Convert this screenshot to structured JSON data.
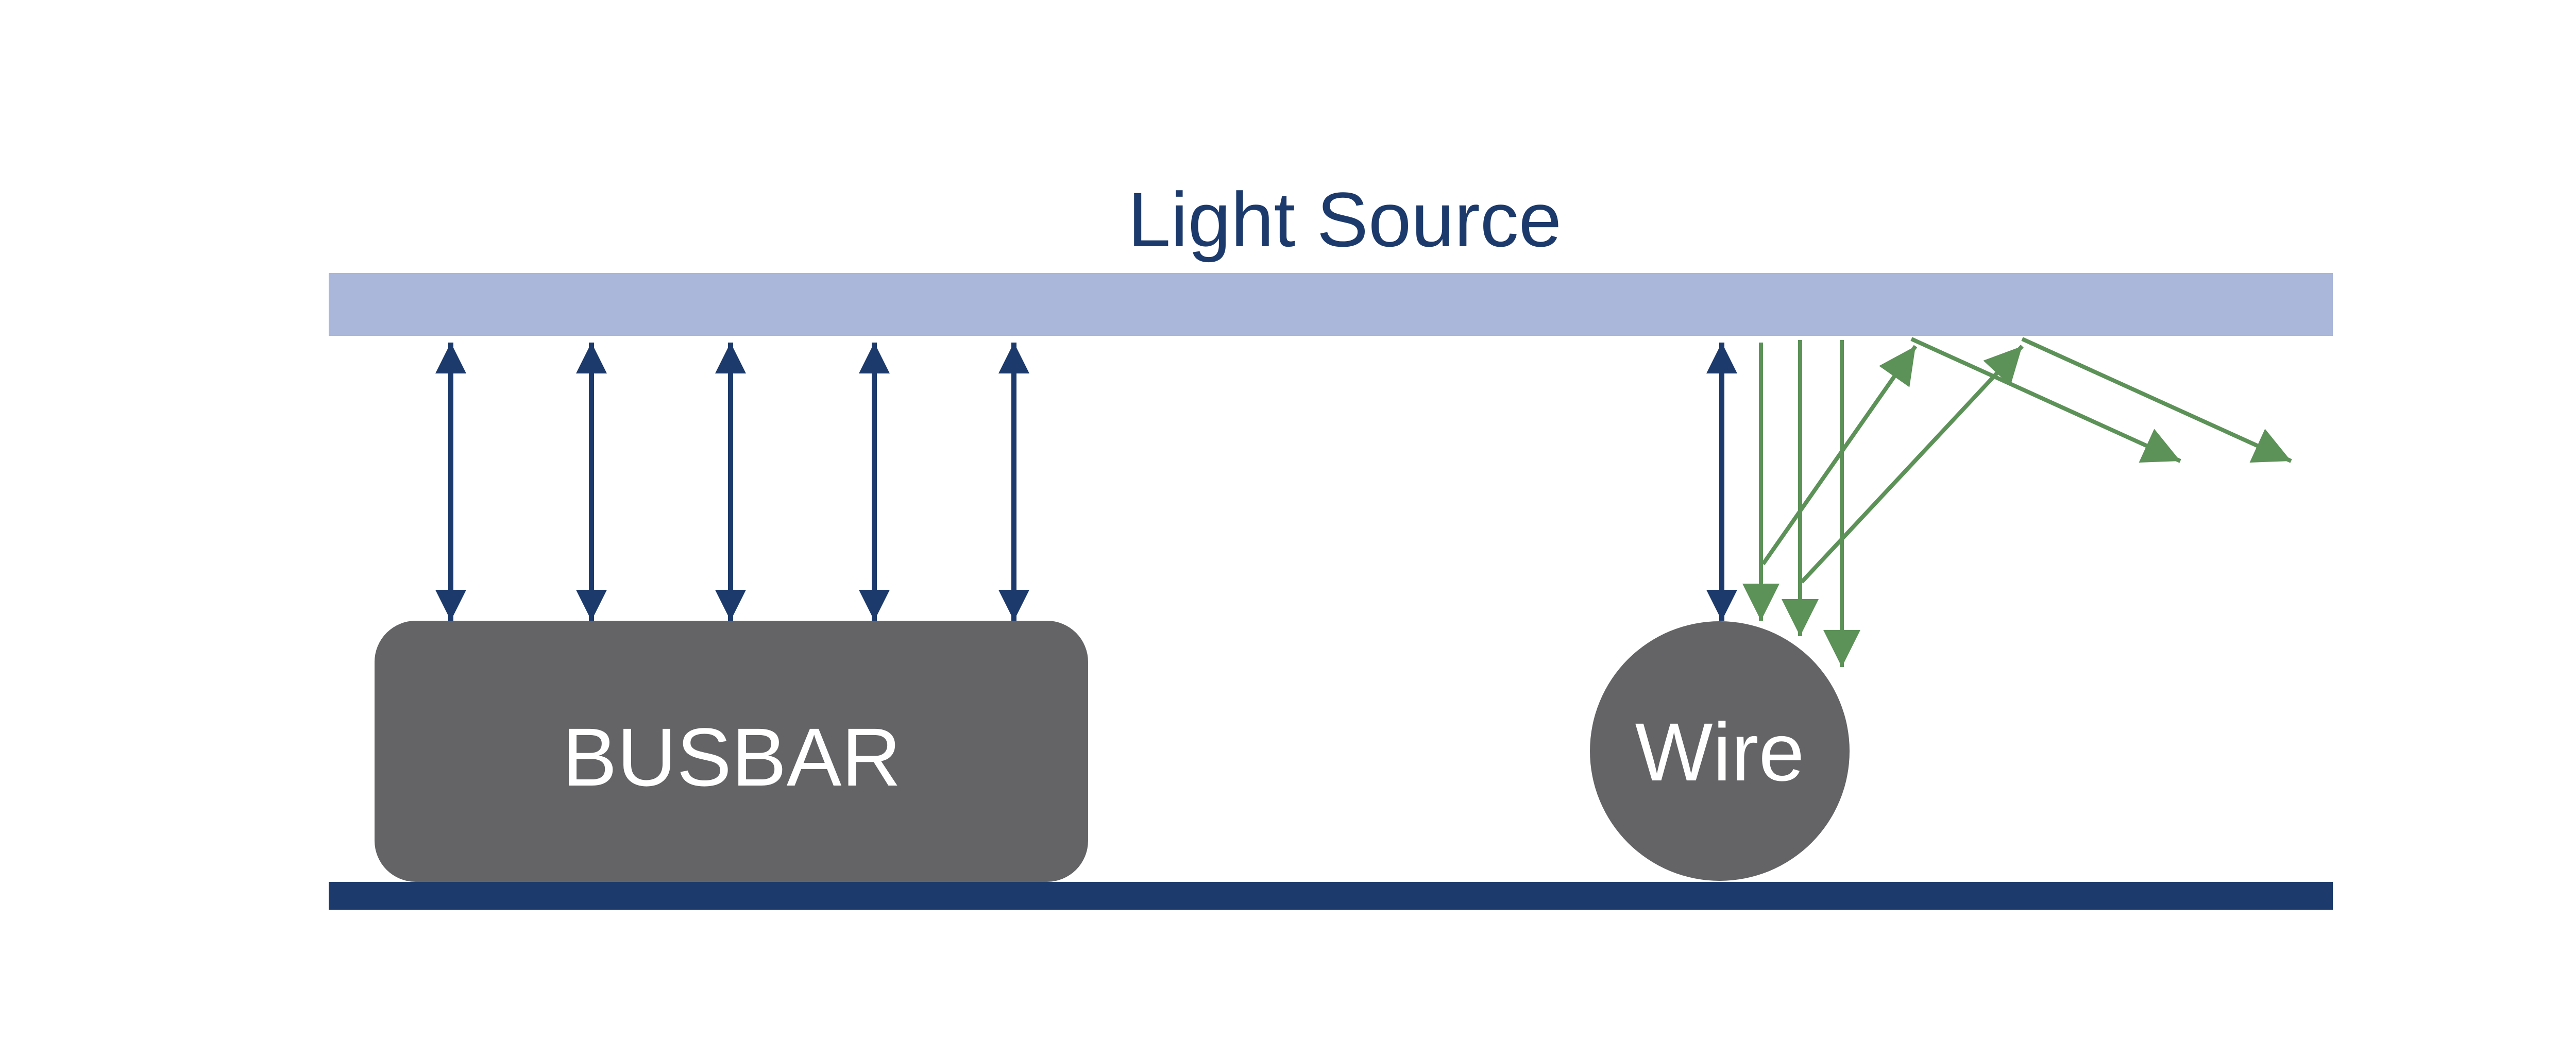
{
  "title": "Light Source",
  "busbar": {
    "label": "BUSBAR"
  },
  "wire": {
    "label": "Wire"
  },
  "colors": {
    "light_source_bar": "#aab6da",
    "ground_bar": "#1c3a6b",
    "navy_arrow": "#1c3a6b",
    "green_arrow": "#5c9158",
    "component_fill": "#646467",
    "title_text": "#1c3a6b",
    "component_text": "#ffffff"
  },
  "icons": {
    "busbar_reflection": "double-headed-arrow",
    "wire_incident_ray": "down-arrow",
    "wire_scattered_ray": "single-headed-arrow"
  }
}
